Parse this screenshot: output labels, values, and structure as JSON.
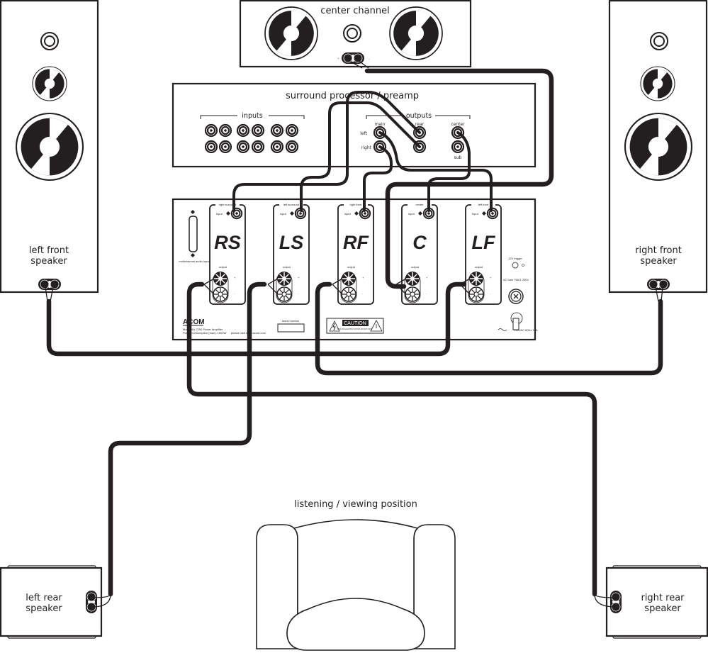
{
  "title": "Home theater speaker wiring diagram",
  "colors": {
    "ink": "#231f20",
    "background": "#ffffff"
  },
  "center_speaker": {
    "label": "center channel",
    "plus": "+",
    "minus": "-"
  },
  "left_front_speaker": {
    "line1": "left front",
    "line2": "speaker",
    "plus": "+",
    "minus": "-"
  },
  "right_front_speaker": {
    "line1": "right front",
    "line2": "speaker",
    "plus": "-",
    "minus": "-"
  },
  "left_rear_speaker": {
    "line1": "left rear",
    "line2": "speaker"
  },
  "right_rear_speaker": {
    "line1": "right rear",
    "line2": "speaker"
  },
  "processor": {
    "title": "surround processor / preamp",
    "inputs_label": "inputs",
    "outputs_label": "outputs",
    "main_label": "main",
    "rear_label": "rear",
    "center_label": "center",
    "sub_label": "sub",
    "left_label": "left",
    "right_label": "right"
  },
  "amplifier": {
    "brand": "ACOM",
    "model_line": "Model AA-7250 Power Amplifier",
    "power_line": "Power consumption (max): 1600W",
    "web_line": "please visit www.acom.com",
    "serial_label": "serial number",
    "caution_label": "CAUTION",
    "caution_sub": "RISK OF ELECTRIC SHOCK DO NOT OPEN",
    "multichannel_label": "multichannel audio input",
    "trigger_label": "12V trigger",
    "fuse_label": "AC fuse T6A/1 250V",
    "power_switch_label": "120VAC 60Hz 16A",
    "channels": [
      {
        "code": "RS",
        "name": "right surround",
        "input_label": "input",
        "output_label": "output"
      },
      {
        "code": "LS",
        "name": "left surround",
        "input_label": "input",
        "output_label": "output"
      },
      {
        "code": "RF",
        "name": "right front",
        "input_label": "input",
        "output_label": "output"
      },
      {
        "code": "C",
        "name": "center",
        "input_label": "input",
        "output_label": "output"
      },
      {
        "code": "LF",
        "name": "left front",
        "input_label": "input",
        "output_label": "output"
      }
    ]
  },
  "seat": {
    "label": "listening / viewing position"
  }
}
